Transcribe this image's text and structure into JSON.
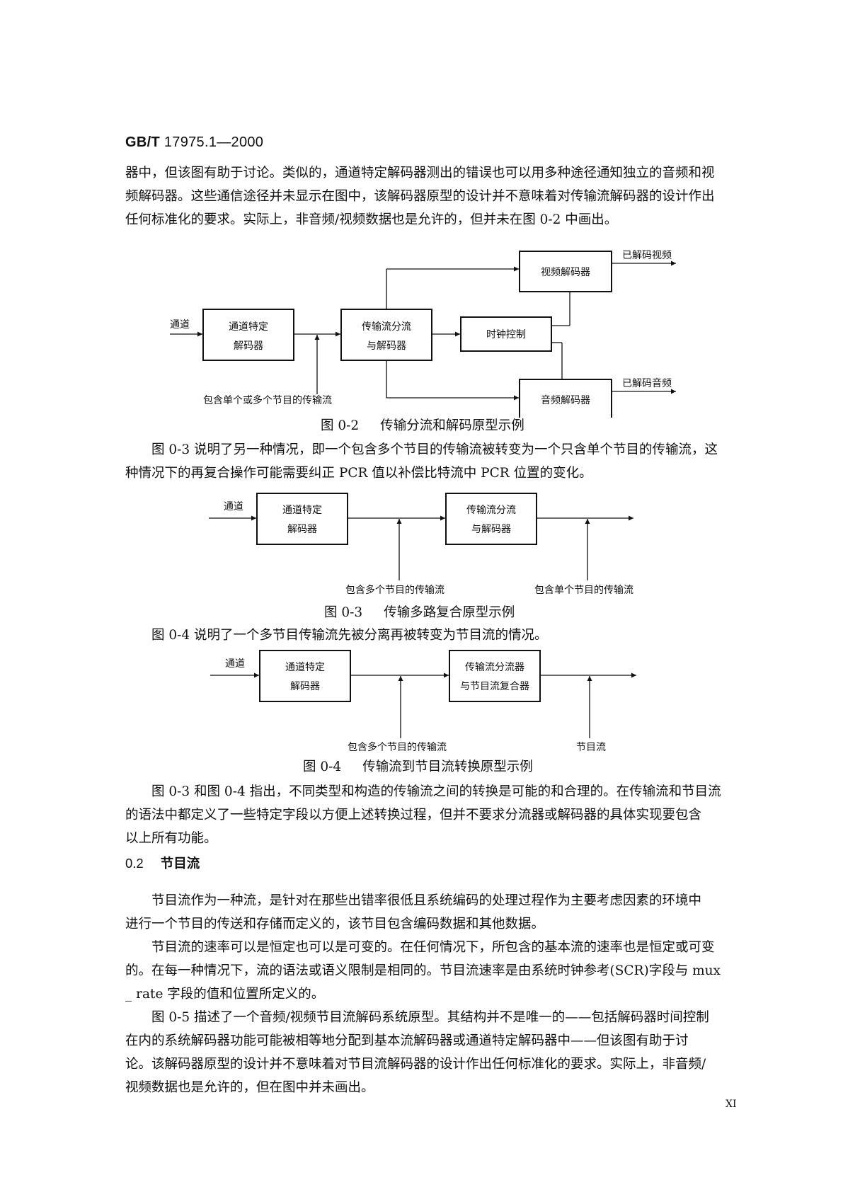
{
  "header": {
    "code": "GB/T",
    "number": "17975.1—2000"
  },
  "intro_paragraph": {
    "lines": [
      "器中，但该图有助于讨论。类似的，通道特定解码器测出的错误也可以用多种途径通知独立的音频和视",
      "频解码器。这些通信途径并未显示在图中，该解码器原型的设计并不意味着对传输流解码器的设计作出",
      "任何标准化的要求。实际上，非音频/视频数据也是允许的，但并未在图 0-2 中画出。"
    ]
  },
  "figure_0_2": {
    "input_label": "通道",
    "box1": [
      "通道特定",
      "解码器"
    ],
    "box2": [
      "传输流分流",
      "与解码器"
    ],
    "box3": "时钟控制",
    "video_box": "视频解码器",
    "audio_box": "音频解码器",
    "video_out": "已解码视频",
    "audio_out": "已解码音频",
    "bottom_label": "包含单个或多个节目的传输流",
    "caption_num": "图 0-2",
    "caption_title": "传输分流和解码原型示例"
  },
  "para_0_3": {
    "lines": [
      "图 0-3 说明了另一种情况，即一个包含多个节目的传输流被转变为一个只含单个节目的传输流，这",
      "种情况下的再复合操作可能需要纠正 PCR 值以补偿比特流中 PCR 位置的变化。"
    ]
  },
  "figure_0_3": {
    "input_label": "通道",
    "box1": [
      "通道特定",
      "解码器"
    ],
    "box2": [
      "传输流分流",
      "与解码器"
    ],
    "label_mid": "包含多个节目的传输流",
    "label_right": "包含单个节目的传输流",
    "caption_num": "图 0-3",
    "caption_title": "传输多路复合原型示例"
  },
  "para_0_4": {
    "lines": [
      "图 0-4 说明了一个多节目传输流先被分离再被转变为节目流的情况。"
    ]
  },
  "figure_0_4": {
    "input_label": "通道",
    "box1": [
      "通道特定",
      "解码器"
    ],
    "box2": [
      "传输流分流器",
      "与节目流复合器"
    ],
    "label_mid": "包含多个节目的传输流",
    "label_right": "节目流",
    "caption_num": "图 0-4",
    "caption_title": "传输流到节目流转换原型示例"
  },
  "para_conv": {
    "lines": [
      "图 0-3 和图 0-4 指出，不同类型和构造的传输流之间的转换是可能的和合理的。在传输流和节目流",
      "的语法中都定义了一些特定字段以方便上述转换过程，但并不要求分流器或解码器的具体实现要包含",
      "以上所有功能。"
    ]
  },
  "section": {
    "number": "0.2",
    "title": "节目流"
  },
  "para_ps1": {
    "lines": [
      "节目流作为一种流，是针对在那些出错率很低且系统编码的处理过程作为主要考虑因素的环境中",
      "进行一个节目的传送和存储而定义的，该节目包含编码数据和其他数据。"
    ]
  },
  "para_ps2": {
    "lines": [
      "节目流的速率可以是恒定也可以是可变的。在任何情况下，所包含的基本流的速率也是恒定或可变",
      "的。在每一种情况下，流的语法或语义限制是相同的。节目流速率是由系统时钟参考(SCR)字段与 mux",
      "_ rate 字段的值和位置所定义的。"
    ]
  },
  "para_ps3": {
    "lines": [
      "图 0-5 描述了一个音频/视频节目流解码系统原型。其结构并不是唯一的——包括解码器时间控制",
      "在内的系统解码器功能可能被相等地分配到基本流解码器或通道特定解码器中——但该图有助于讨",
      "论。该解码器原型的设计并不意味着对节目流解码器的设计作出任何标准化的要求。实际上，非音频/",
      "视频数据也是允许的，但在图中并未画出。"
    ]
  },
  "page_number": "XI"
}
